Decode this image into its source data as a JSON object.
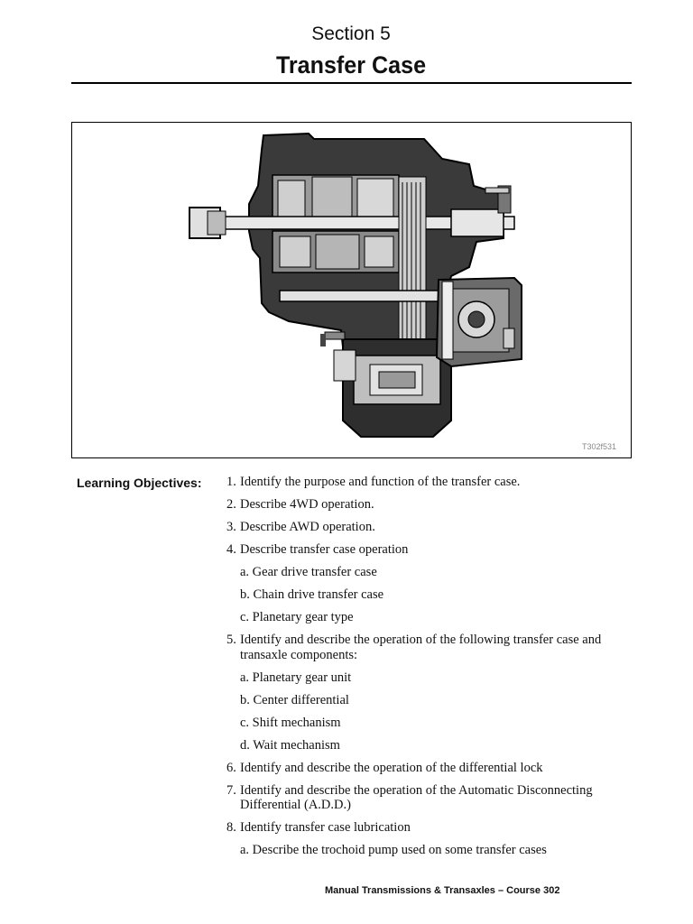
{
  "header": {
    "section": "Section 5",
    "title": "Transfer Case"
  },
  "figure": {
    "code": "T302f531"
  },
  "objectives": {
    "heading": "Learning Objectives:",
    "items": [
      {
        "num": "1.",
        "text": "Identify the purpose and function of the transfer case."
      },
      {
        "num": "2.",
        "text": "Describe 4WD operation."
      },
      {
        "num": "3.",
        "text": "Describe AWD operation."
      },
      {
        "num": "4.",
        "text": "Describe transfer case operation"
      },
      {
        "text": "a. Gear drive transfer case"
      },
      {
        "text": "b. Chain drive transfer case"
      },
      {
        "text": "c. Planetary gear type"
      },
      {
        "num": "5.",
        "text": "Identify and describe the operation of the following transfer case and transaxle components:"
      },
      {
        "text": "a. Planetary gear unit"
      },
      {
        "text": "b. Center differential"
      },
      {
        "text": "c. Shift mechanism"
      },
      {
        "text": "d. Wait mechanism"
      },
      {
        "num": "6.",
        "text": "Identify and describe the operation of the differential lock"
      },
      {
        "num": "7.",
        "text": "Identify and describe the operation of the Automatic Disconnecting Differential (A.D.D.)"
      },
      {
        "num": "8.",
        "text": "Identify transfer case lubrication"
      },
      {
        "text": "a. Describe the trochoid pump used on some transfer cases"
      }
    ]
  },
  "footer": {
    "text": "Manual Transmissions & Transaxles – Course 302"
  }
}
